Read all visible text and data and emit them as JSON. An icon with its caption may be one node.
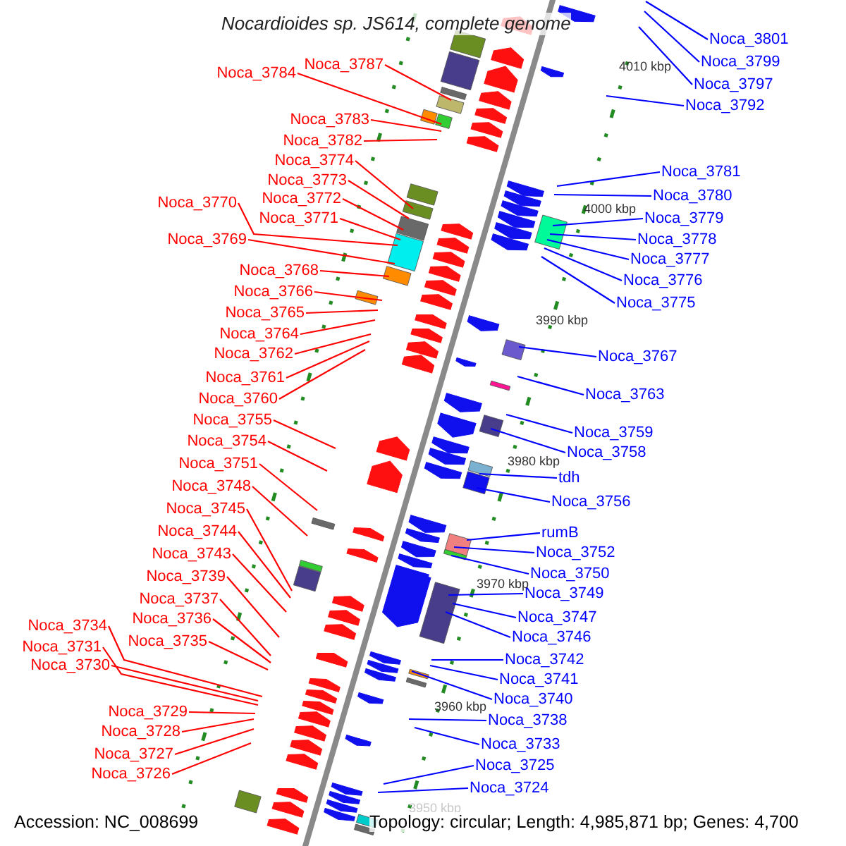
{
  "diagram": {
    "title": "Nocardioides sp. JS614, complete genome",
    "nodes": [
      {
        "text": [
          "Noca_3784"
        ]
      },
      {
        "text": [
          "Noca_3787"
        ]
      },
      {
        "text": [
          "Noca_3783"
        ]
      },
      {
        "text": [
          "Noca_3782"
        ]
      },
      {
        "text": [
          "Noca_3774"
        ]
      },
      {
        "text": [
          "Noca_3773"
        ]
      },
      {
        "text": [
          "Noca_3772"
        ]
      },
      {
        "text": [
          "Noca_3770"
        ]
      },
      {
        "text": [
          "Noca_3771"
        ]
      },
      {
        "text": [
          "Noca_3769"
        ]
      },
      {
        "text": [
          "Noca_3768"
        ]
      },
      {
        "text": [
          "Noca_3766"
        ]
      },
      {
        "text": [
          "Noca_3765"
        ]
      },
      {
        "text": [
          "Noca_3764"
        ]
      },
      {
        "text": [
          "Noca_3762"
        ]
      },
      {
        "text": [
          "Noca_3761"
        ]
      },
      {
        "text": [
          "Noca_3760"
        ]
      },
      {
        "text": [
          "Noca_3755"
        ]
      },
      {
        "text": [
          "Noca_3754"
        ]
      },
      {
        "text": [
          "Noca_3751"
        ]
      },
      {
        "text": [
          "Noca_3748"
        ]
      },
      {
        "text": [
          "Noca_3745"
        ]
      },
      {
        "text": [
          "Noca_3744"
        ]
      },
      {
        "text": [
          "Noca_3743"
        ]
      },
      {
        "text": [
          "Noca_3739"
        ]
      },
      {
        "text": [
          "Noca_3737"
        ]
      },
      {
        "text": [
          "Noca_3736"
        ]
      },
      {
        "text": [
          "Noca_3735"
        ]
      },
      {
        "text": [
          "Noca_3734"
        ]
      },
      {
        "text": [
          "Noca_3731"
        ]
      },
      {
        "text": [
          "Noca_3730"
        ]
      },
      {
        "text": [
          "Noca_3729"
        ]
      },
      {
        "text": [
          "Noca_3728"
        ]
      },
      {
        "text": [
          "Noca_3727"
        ]
      },
      {
        "text": [
          "Noca_3726"
        ]
      },
      {
        "text": [
          "Noca_3801"
        ]
      },
      {
        "text": [
          "Noca_3799"
        ]
      },
      {
        "text": [
          "Noca_3797"
        ]
      },
      {
        "text": [
          "Noca_3792"
        ]
      },
      {
        "text": [
          "Noca_3781"
        ]
      },
      {
        "text": [
          "Noca_3780"
        ]
      },
      {
        "text": [
          "Noca_3779"
        ]
      },
      {
        "text": [
          "Noca_3778"
        ]
      },
      {
        "text": [
          "Noca_3777"
        ]
      },
      {
        "text": [
          "Noca_3776"
        ]
      },
      {
        "text": [
          "Noca_3775"
        ]
      },
      {
        "text": [
          "Noca_3767"
        ]
      },
      {
        "text": [
          "Noca_3763"
        ]
      },
      {
        "text": [
          "Noca_3759"
        ]
      },
      {
        "text": [
          "Noca_3758"
        ]
      },
      {
        "text": [
          "tdh"
        ]
      },
      {
        "text": [
          "Noca_3756"
        ]
      },
      {
        "text": [
          "rumB"
        ]
      },
      {
        "text": [
          "Noca_3752"
        ]
      },
      {
        "text": [
          "Noca_3750"
        ]
      },
      {
        "text": [
          "Noca_3749"
        ]
      },
      {
        "text": [
          "Noca_3747"
        ]
      },
      {
        "text": [
          "Noca_3746"
        ]
      },
      {
        "text": [
          "Noca_3742"
        ]
      },
      {
        "text": [
          "Noca_3741"
        ]
      },
      {
        "text": [
          "Noca_3740"
        ]
      },
      {
        "text": [
          "Noca_3738"
        ]
      },
      {
        "text": [
          "Noca_3733"
        ]
      },
      {
        "text": [
          "Noca_3725"
        ]
      },
      {
        "text": [
          "Noca_3724"
        ]
      }
    ],
    "edges": [
      {
        "from": 0,
        "to": null,
        "arrow": "none"
      },
      {
        "from": 1,
        "to": null,
        "arrow": "none"
      },
      {
        "from": 2,
        "to": null,
        "arrow": "none"
      },
      {
        "from": 3,
        "to": null,
        "arrow": "none"
      },
      {
        "from": 4,
        "to": null,
        "arrow": "none"
      },
      {
        "from": 5,
        "to": null,
        "arrow": "none"
      },
      {
        "from": 6,
        "to": null,
        "arrow": "none"
      },
      {
        "from": 7,
        "to": null,
        "arrow": "none"
      },
      {
        "from": 8,
        "to": null,
        "arrow": "none"
      },
      {
        "from": 9,
        "to": null,
        "arrow": "none"
      },
      {
        "from": 10,
        "to": null,
        "arrow": "none"
      },
      {
        "from": 11,
        "to": null,
        "arrow": "none"
      },
      {
        "from": 12,
        "to": null,
        "arrow": "none"
      },
      {
        "from": 13,
        "to": null,
        "arrow": "none"
      },
      {
        "from": 14,
        "to": null,
        "arrow": "none"
      },
      {
        "from": 15,
        "to": null,
        "arrow": "none"
      },
      {
        "from": 16,
        "to": null,
        "arrow": "none"
      },
      {
        "from": 17,
        "to": null,
        "arrow": "none"
      },
      {
        "from": 18,
        "to": null,
        "arrow": "none"
      },
      {
        "from": 19,
        "to": null,
        "arrow": "none"
      },
      {
        "from": 20,
        "to": null,
        "arrow": "none"
      },
      {
        "from": 21,
        "to": null,
        "arrow": "none"
      },
      {
        "from": 22,
        "to": null,
        "arrow": "none"
      },
      {
        "from": 23,
        "to": null,
        "arrow": "none"
      },
      {
        "from": 24,
        "to": null,
        "arrow": "none"
      },
      {
        "from": 25,
        "to": null,
        "arrow": "none"
      },
      {
        "from": 26,
        "to": null,
        "arrow": "none"
      },
      {
        "from": 27,
        "to": null,
        "arrow": "none"
      },
      {
        "from": 28,
        "to": null,
        "arrow": "none"
      },
      {
        "from": 29,
        "to": null,
        "arrow": "none"
      },
      {
        "from": 30,
        "to": null,
        "arrow": "none"
      },
      {
        "from": 31,
        "to": null,
        "arrow": "none"
      },
      {
        "from": 32,
        "to": null,
        "arrow": "none"
      },
      {
        "from": 33,
        "to": null,
        "arrow": "none"
      },
      {
        "from": 34,
        "to": null,
        "arrow": "none"
      },
      {
        "from": 35,
        "to": null,
        "arrow": "none",
        "color": "#0000ff"
      },
      {
        "from": 36,
        "to": null,
        "arrow": "none",
        "color": "#0000ff"
      },
      {
        "from": 37,
        "to": null,
        "arrow": "none",
        "color": "#0000ff"
      },
      {
        "from": 38,
        "to": null,
        "arrow": "none",
        "color": "#0000ff"
      },
      {
        "from": 39,
        "to": null,
        "arrow": "none",
        "color": "#0000ff"
      },
      {
        "from": 40,
        "to": null,
        "arrow": "none",
        "color": "#0000ff"
      },
      {
        "from": 41,
        "to": null,
        "arrow": "none",
        "color": "#0000ff"
      },
      {
        "from": 42,
        "to": null,
        "arrow": "none",
        "color": "#0000ff"
      },
      {
        "from": 43,
        "to": null,
        "arrow": "none",
        "color": "#0000ff"
      },
      {
        "from": 44,
        "to": null,
        "arrow": "none",
        "color": "#0000ff"
      },
      {
        "from": 45,
        "to": null,
        "arrow": "none",
        "color": "#0000ff"
      },
      {
        "from": 46,
        "to": null,
        "arrow": "none",
        "color": "#0000ff"
      },
      {
        "from": 47,
        "to": null,
        "arrow": "none",
        "color": "#0000ff"
      },
      {
        "from": 48,
        "to": null,
        "arrow": "none",
        "color": "#0000ff"
      },
      {
        "from": 49,
        "to": null,
        "arrow": "none",
        "color": "#0000ff"
      },
      {
        "from": 50,
        "to": null,
        "arrow": "none",
        "color": "#0000ff"
      },
      {
        "from": 51,
        "to": null,
        "arrow": "none",
        "color": "#0000ff"
      },
      {
        "from": 52,
        "to": null,
        "arrow": "none",
        "color": "#0000ff"
      },
      {
        "from": 53,
        "to": null,
        "arrow": "none",
        "color": "#0000ff"
      },
      {
        "from": 54,
        "to": null,
        "arrow": "none",
        "color": "#0000ff"
      },
      {
        "from": 55,
        "to": null,
        "arrow": "none",
        "color": "#0000ff"
      },
      {
        "from": 56,
        "to": null,
        "arrow": "none",
        "color": "#0000ff"
      },
      {
        "from": 57,
        "to": null,
        "arrow": "none",
        "color": "#0000ff"
      },
      {
        "from": 58,
        "to": null,
        "arrow": "none",
        "color": "#0000ff"
      },
      {
        "from": 59,
        "to": null,
        "arrow": "none",
        "color": "#0000ff"
      },
      {
        "from": 60,
        "to": null,
        "arrow": "none",
        "color": "#0000ff"
      },
      {
        "from": 61,
        "to": null,
        "arrow": "none",
        "color": "#0000ff"
      },
      {
        "from": 62,
        "to": null,
        "arrow": "none",
        "color": "#0000ff"
      },
      {
        "from": 63,
        "to": null,
        "arrow": "none",
        "color": "#0000ff"
      },
      {
        "from": 64,
        "to": null,
        "arrow": "none",
        "color": "#0000ff"
      }
    ],
    "labels": [
      "4010 kbp",
      "4000 kbp",
      "3990 kbp",
      "3980 kbp",
      "3970 kbp",
      "3960 kbp",
      "3950 kbp",
      "Accession: NC_008699",
      "Topology: circular; Length: 4,985,871 bp; Genes: 4,700"
    ]
  }
}
